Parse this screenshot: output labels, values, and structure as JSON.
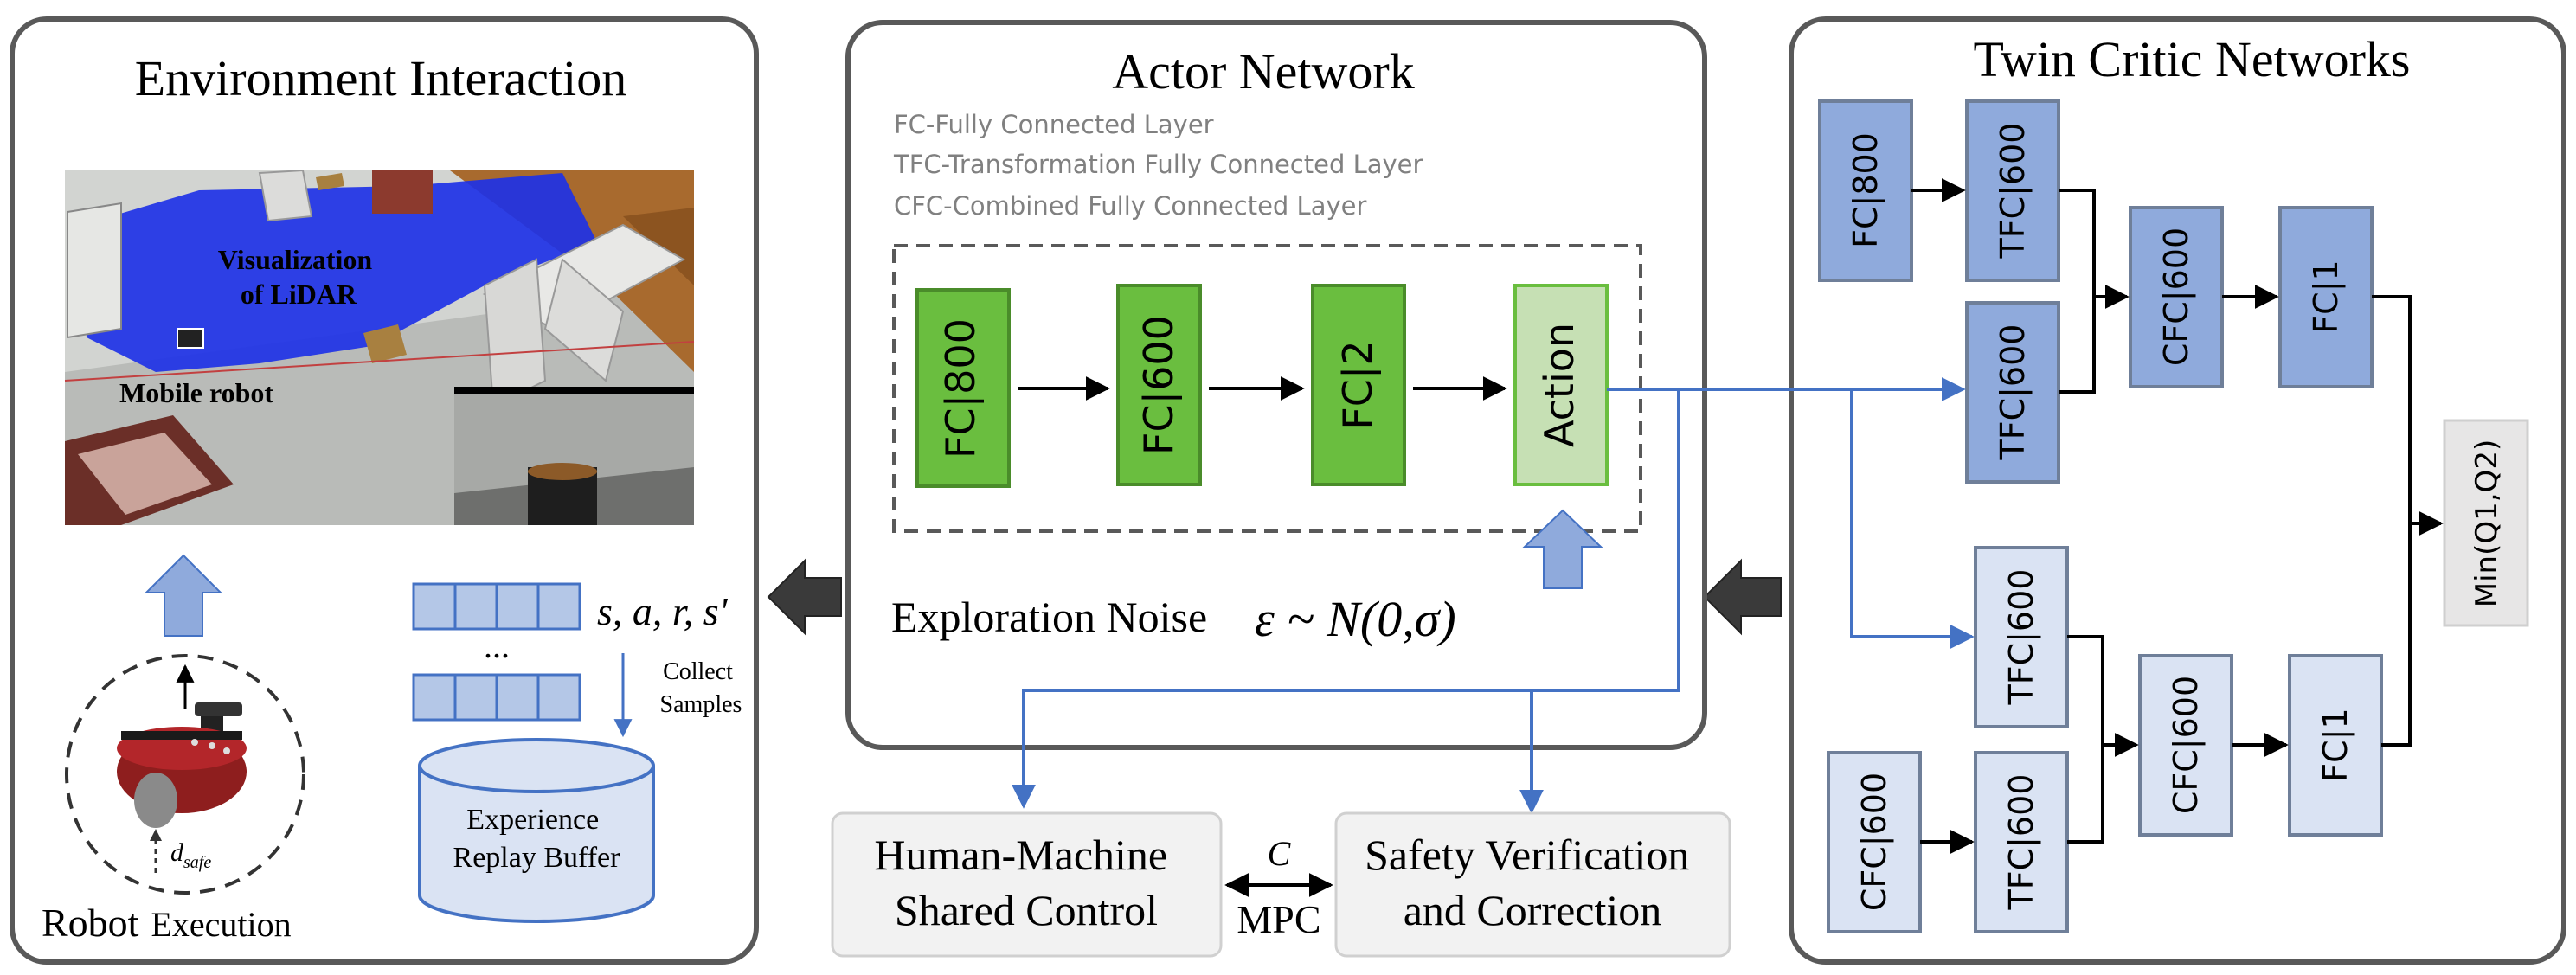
{
  "panels": {
    "environment": {
      "title": "Environment Interaction",
      "lidar_label_line1": "Visualization",
      "lidar_label_line2": "of LiDAR",
      "robot_label": "Mobile robot",
      "execution_label_a": "Robot",
      "execution_label_b": "Execution",
      "dsafe_d": "d",
      "dsafe_sub": "safe",
      "ellipsis": "...",
      "transition_tuple": "s, a, r, s'",
      "collect_line1": "Collect",
      "collect_line2": "Samples",
      "buffer_line1": "Experience",
      "buffer_line2": "Replay Buffer"
    },
    "actor": {
      "title": "Actor Network",
      "legend": [
        "FC-Fully Connected Layer",
        "TFC-Transformation Fully Connected Layer",
        "CFC-Combined Fully Connected Layer"
      ],
      "layers": [
        "FC|800",
        "FC|600",
        "FC|2",
        "Action"
      ],
      "noise_label": "Exploration Noise",
      "noise_formula": "ε ~ N(0,σ)"
    },
    "critic": {
      "title": "Twin Critic Networks",
      "upper": {
        "input": "FC|800",
        "tfc_top": "TFC|600",
        "tfc_bottom": "TFC|600",
        "cfc": "CFC|600",
        "out": "FC|1"
      },
      "lower": {
        "input": "CFC|600",
        "tfc_top": "TFC|600",
        "tfc_bottom": "TFC|600",
        "cfc": "CFC|600",
        "out": "FC|1"
      },
      "min": "Min(Q1,Q2)"
    }
  },
  "bottom": {
    "shared_control_line1": "Human-Machine",
    "shared_control_line2": "Shared Control",
    "link_top": "C",
    "link_bottom": "MPC",
    "safety_line1": "Safety Verification",
    "safety_line2": "and Correction"
  },
  "colors": {
    "actor_green": "#6abe3f",
    "action_green": "#c6e0b4",
    "critic_blue": "#8faadc",
    "critic_light": "#dae3f3",
    "flow_blue": "#4472c4",
    "panel_border": "#595959"
  }
}
